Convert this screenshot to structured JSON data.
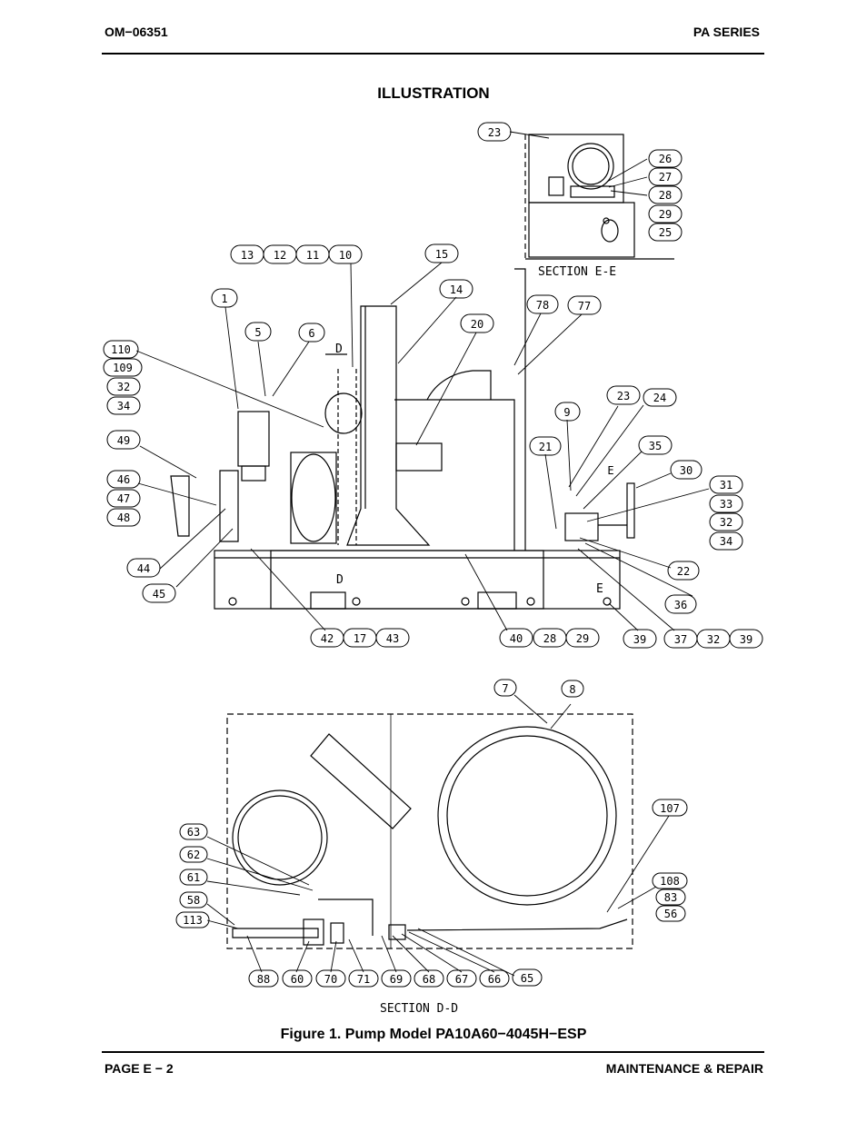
{
  "header": {
    "doc_number": "OM−06351",
    "series": "PA SERIES"
  },
  "section_title": "ILLUSTRATION",
  "figure": {
    "caption": "Figure 1. Pump Model PA10A60−4045H−ESP",
    "views": {
      "e_e": "SECTION E-E",
      "d_d": "SECTION D-D",
      "d_marker": "D",
      "e_marker": "E"
    },
    "callouts": [
      "23",
      "26",
      "27",
      "28",
      "29",
      "25",
      "13",
      "12",
      "11",
      "10",
      "15",
      "14",
      "1",
      "5",
      "6",
      "20",
      "78",
      "77",
      "110",
      "109",
      "32",
      "34",
      "49",
      "46",
      "47",
      "48",
      "44",
      "45",
      "23",
      "24",
      "9",
      "21",
      "35",
      "E",
      "30",
      "31",
      "33",
      "32",
      "34",
      "22",
      "36",
      "39",
      "37",
      "32",
      "39",
      "42",
      "17",
      "43",
      "40",
      "28",
      "29",
      "7",
      "8",
      "107",
      "63",
      "62",
      "61",
      "58",
      "113",
      "108",
      "83",
      "56",
      "88",
      "60",
      "70",
      "71",
      "69",
      "68",
      "67",
      "66",
      "65"
    ]
  },
  "footer": {
    "page": "PAGE E − 2",
    "section": "MAINTENANCE & REPAIR"
  }
}
